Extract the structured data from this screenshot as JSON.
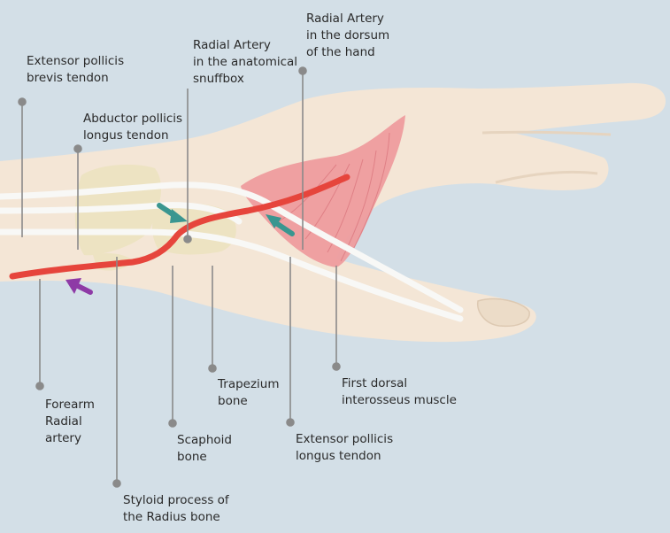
{
  "colors": {
    "background": "#d3dfe7",
    "skin": "#f4e6d6",
    "skin_shade": "#ecdcc8",
    "bone": "#ede3c2",
    "tendon": "#f8f8f6",
    "artery": "#e6453c",
    "muscle": "#ee9c9e",
    "teal_arrow": "#3a9690",
    "purple_arrow": "#8e3aa6",
    "leader": "#8a8a8a"
  },
  "labels": {
    "radial_artery_dorsum": "Radial Artery\nin the dorsum\nof the hand",
    "radial_artery_snuffbox": "Radial Artery\nin the anatomical\nsnuffbox",
    "extensor_pollicis_brevis": "Extensor pollicis\nbrevis tendon",
    "abductor_pollicis_longus": "Abductor pollicis\nlongus tendon",
    "forearm_radial_artery": "Forearm\nRadial\nartery",
    "styloid_process": "Styloid process of\nthe Radius bone",
    "scaphoid_bone": "Scaphoid\nbone",
    "trapezium_bone": "Trapezium\nbone",
    "first_dorsal_interosseus": "First dorsal\ninterosseus muscle",
    "extensor_pollicis_longus": "Extensor pollicis\nlongus tendon"
  }
}
